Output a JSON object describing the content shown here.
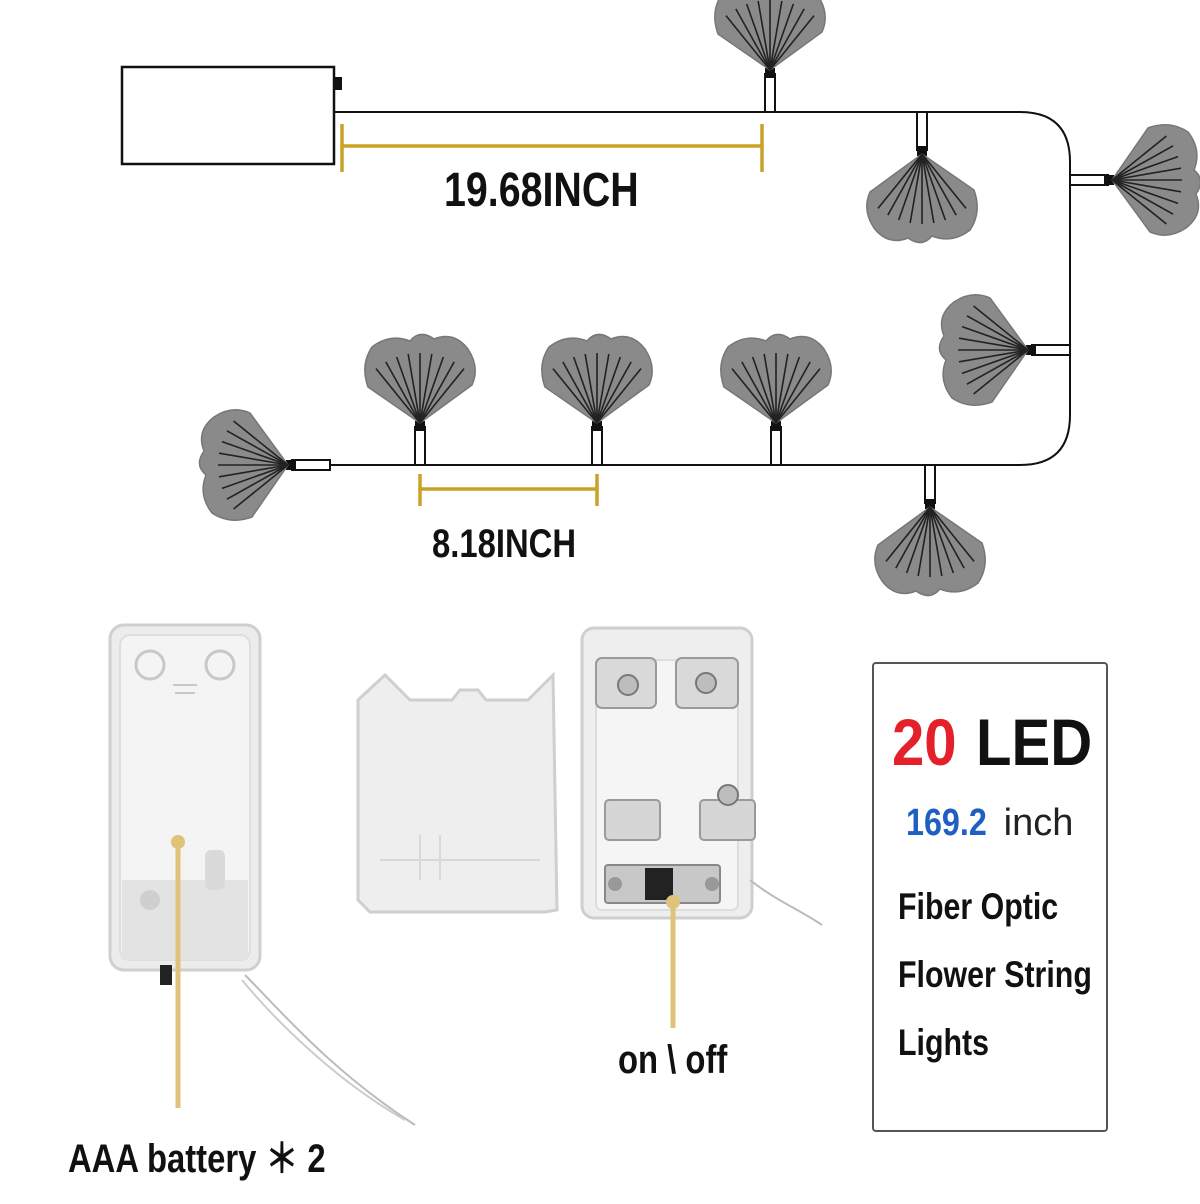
{
  "dimensions": {
    "main_length": "19.68INCH",
    "led_spacing": "8.18INCH"
  },
  "captions": {
    "battery": "AAA battery ＊ 2",
    "switch": "on \\ off"
  },
  "spec": {
    "led_count": "20",
    "led_word": "LED",
    "total_length_value": "169.2",
    "total_length_unit": "inch",
    "description_lines": [
      "Fiber Optic",
      "Flower String",
      "Lights"
    ]
  },
  "colors": {
    "accent_red": "#e4202b",
    "accent_blue": "#1f5fc4",
    "dimension_gold": "#c9a227",
    "flower_gray": "#8a8a8a"
  }
}
